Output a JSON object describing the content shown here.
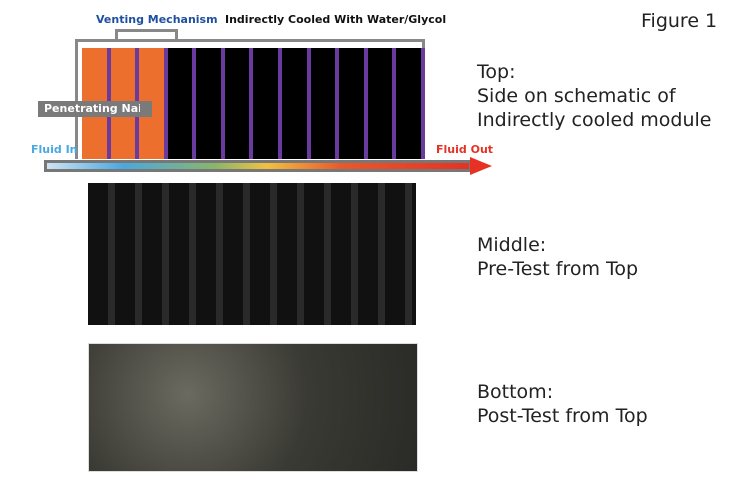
{
  "figure_label": "Figure 1",
  "schematic": {
    "venting_label": "Venting Mechanism",
    "cooling_label": "Indirectly Cooled With Water/Glycol",
    "nail_label": "Penetrating Nail",
    "fluid_in": "Fluid In",
    "fluid_out": "Fluid Out",
    "cells": [
      "orange",
      "orange",
      "orange",
      "black",
      "black",
      "black",
      "black",
      "black",
      "black",
      "black",
      "black",
      "black"
    ],
    "colors": {
      "orange": "#ec6f2d",
      "black": "#000000",
      "separator": "#6a3a9e",
      "venting": "#1f4fa0",
      "fluid_in": "#4aa8e0",
      "fluid_out": "#e63224"
    }
  },
  "captions": {
    "top": [
      "Top:",
      "Side on schematic of",
      "Indirectly cooled module"
    ],
    "middle": [
      "Middle:",
      "Pre-Test from Top"
    ],
    "bottom": [
      "Bottom:",
      "Post-Test from Top"
    ]
  }
}
